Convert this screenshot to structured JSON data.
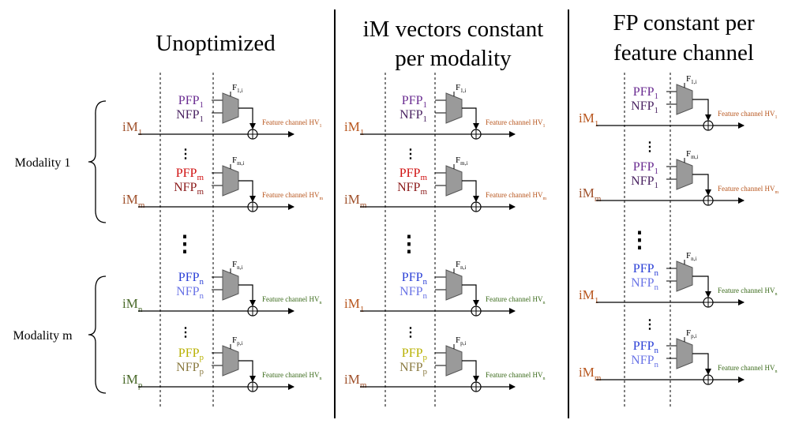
{
  "titles": [
    {
      "lines": [
        "Unoptimized"
      ]
    },
    {
      "lines": [
        "iM vectors constant",
        "per modality"
      ]
    },
    {
      "lines": [
        "FP constant per",
        "feature channel"
      ]
    }
  ],
  "modality_labels": [
    "Modality 1",
    "Modality m"
  ],
  "ellipsis": "⋮",
  "hv_prefix": "Feature channel HV",
  "colors": {
    "iM_group1": "#a0522d",
    "iM_group2": "#4a6a2a",
    "iM_col2_3": "#b8561e",
    "hv_group1": "#b8561e",
    "hv_group2": "#3a6a1a",
    "purple": "#6a2c91",
    "dark_purple": "#4a2362",
    "red": "#d01010",
    "dark_red": "#8b1a1a",
    "blue": "#2a3fd6",
    "light_blue": "#6a74e6",
    "yellow": "#b8b000",
    "olive": "#8a7a40",
    "mux_fill": "#9a9a9a",
    "line": "#000000"
  },
  "columns": [
    {
      "rows": [
        {
          "im": {
            "base": "iM",
            "sub": "1",
            "color": "iM_group1"
          },
          "pfp": {
            "base": "PFP",
            "sub": "1",
            "color": "purple"
          },
          "nfp": {
            "base": "NFP",
            "sub": "1",
            "color": "dark_purple"
          },
          "f": {
            "base": "F",
            "sub": "1,i"
          },
          "hv": {
            "sub": "1",
            "color": "hv_group1"
          }
        },
        {
          "im": {
            "base": "iM",
            "sub": "m",
            "color": "iM_group1"
          },
          "pfp": {
            "base": "PFP",
            "sub": "m",
            "color": "red"
          },
          "nfp": {
            "base": "NFP",
            "sub": "m",
            "color": "dark_red"
          },
          "f": {
            "base": "F",
            "sub": "m,i"
          },
          "hv": {
            "sub": "m",
            "color": "hv_group1"
          }
        },
        {
          "im": {
            "base": "iM",
            "sub": "n",
            "color": "iM_group2"
          },
          "pfp": {
            "base": "PFP",
            "sub": "n",
            "color": "blue"
          },
          "nfp": {
            "base": "NFP",
            "sub": "n",
            "color": "light_blue"
          },
          "f": {
            "base": "F",
            "sub": "n,i"
          },
          "hv": {
            "sub": "n",
            "color": "hv_group2"
          }
        },
        {
          "im": {
            "base": "iM",
            "sub": "p",
            "color": "iM_group2"
          },
          "pfp": {
            "base": "PFP",
            "sub": "p",
            "color": "yellow"
          },
          "nfp": {
            "base": "NFP",
            "sub": "p",
            "color": "olive"
          },
          "f": {
            "base": "F",
            "sub": "p,i"
          },
          "hv": {
            "sub": "n",
            "color": "hv_group2"
          }
        }
      ]
    },
    {
      "rows": [
        {
          "im": {
            "base": "iM",
            "sub": "1",
            "color": "iM_col2_3"
          },
          "pfp": {
            "base": "PFP",
            "sub": "1",
            "color": "purple"
          },
          "nfp": {
            "base": "NFP",
            "sub": "1",
            "color": "dark_purple"
          },
          "f": {
            "base": "F",
            "sub": "1,i"
          },
          "hv": {
            "sub": "1",
            "color": "hv_group1"
          }
        },
        {
          "im": {
            "base": "iM",
            "sub": "m",
            "color": "iM_group1"
          },
          "pfp": {
            "base": "PFP",
            "sub": "m",
            "color": "red"
          },
          "nfp": {
            "base": "NFP",
            "sub": "m",
            "color": "dark_red"
          },
          "f": {
            "base": "F",
            "sub": "m,i"
          },
          "hv": {
            "sub": "m",
            "color": "hv_group1"
          }
        },
        {
          "im": {
            "base": "iM",
            "sub": "1",
            "color": "iM_col2_3"
          },
          "pfp": {
            "base": "PFP",
            "sub": "n",
            "color": "blue"
          },
          "nfp": {
            "base": "NFP",
            "sub": "n",
            "color": "light_blue"
          },
          "f": {
            "base": "F",
            "sub": "n,i"
          },
          "hv": {
            "sub": "n",
            "color": "hv_group2"
          }
        },
        {
          "im": {
            "base": "iM",
            "sub": "m",
            "color": "iM_group1"
          },
          "pfp": {
            "base": "PFP",
            "sub": "p",
            "color": "yellow"
          },
          "nfp": {
            "base": "NFP",
            "sub": "p",
            "color": "olive"
          },
          "f": {
            "base": "F",
            "sub": "p,i"
          },
          "hv": {
            "sub": "n",
            "color": "hv_group2"
          }
        }
      ]
    },
    {
      "rows": [
        {
          "im": {
            "base": "iM",
            "sub": "1",
            "color": "iM_col2_3"
          },
          "pfp": {
            "base": "PFP",
            "sub": "1",
            "color": "purple"
          },
          "nfp": {
            "base": "NFP",
            "sub": "1",
            "color": "dark_purple"
          },
          "f": {
            "base": "F",
            "sub": "1,i"
          },
          "hv": {
            "sub": "1",
            "color": "hv_group1"
          }
        },
        {
          "im": {
            "base": "iM",
            "sub": "m",
            "color": "iM_group1"
          },
          "pfp": {
            "base": "PFP",
            "sub": "1",
            "color": "purple"
          },
          "nfp": {
            "base": "NFP",
            "sub": "1",
            "color": "dark_purple"
          },
          "f": {
            "base": "F",
            "sub": "m,i"
          },
          "hv": {
            "sub": "m",
            "color": "hv_group1"
          }
        },
        {
          "im": {
            "base": "iM",
            "sub": "1",
            "color": "iM_col2_3"
          },
          "pfp": {
            "base": "PFP",
            "sub": "n",
            "color": "blue"
          },
          "nfp": {
            "base": "NFP",
            "sub": "n",
            "color": "light_blue"
          },
          "f": {
            "base": "F",
            "sub": "n,i"
          },
          "hv": {
            "sub": "n",
            "color": "hv_group2"
          }
        },
        {
          "im": {
            "base": "iM",
            "sub": "m",
            "color": "iM_col2_3"
          },
          "pfp": {
            "base": "PFP",
            "sub": "n",
            "color": "blue"
          },
          "nfp": {
            "base": "NFP",
            "sub": "n",
            "color": "light_blue"
          },
          "f": {
            "base": "F",
            "sub": "p,i"
          },
          "hv": {
            "sub": "n",
            "color": "hv_group2"
          }
        }
      ]
    }
  ]
}
